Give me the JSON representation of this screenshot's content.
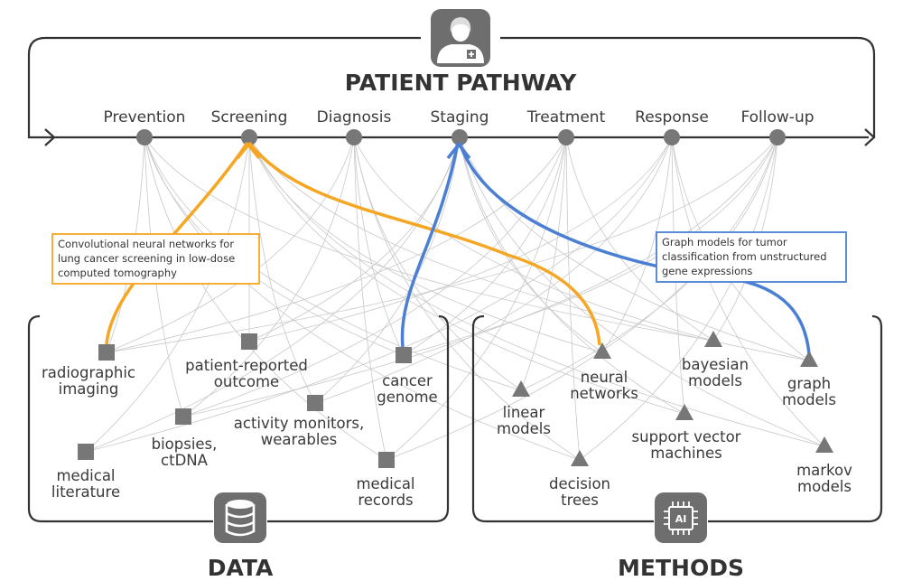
{
  "title": "PATIENT PATHWAY",
  "stages": [
    "Prevention",
    "Screening",
    "Diagnosis",
    "Staging",
    "Treatment",
    "Response",
    "Follow-up"
  ],
  "data_section": {
    "title": "DATA",
    "nodes": [
      {
        "id": "radiographic",
        "lines": [
          "radiographic",
          "imaging"
        ]
      },
      {
        "id": "patient-reported",
        "lines": [
          "patient-reported",
          "outcome"
        ]
      },
      {
        "id": "cancer-genome",
        "lines": [
          "cancer",
          "genome"
        ]
      },
      {
        "id": "medical-literature",
        "lines": [
          "medical",
          "literature"
        ]
      },
      {
        "id": "biopsies",
        "lines": [
          "biopsies,",
          "ctDNA"
        ]
      },
      {
        "id": "activity-monitors",
        "lines": [
          "activity monitors,",
          "wearables"
        ]
      },
      {
        "id": "medical-records",
        "lines": [
          "medical",
          "records"
        ]
      }
    ]
  },
  "methods_section": {
    "title": "METHODS",
    "icon_label": "AI",
    "nodes": [
      {
        "id": "neural-networks",
        "lines": [
          "neural",
          "networks"
        ]
      },
      {
        "id": "bayesian-models",
        "lines": [
          "bayesian",
          "models"
        ]
      },
      {
        "id": "graph-models",
        "lines": [
          "graph",
          "models"
        ]
      },
      {
        "id": "linear-models",
        "lines": [
          "linear",
          "models"
        ]
      },
      {
        "id": "support-vector-machines",
        "lines": [
          "support vector",
          "machines"
        ]
      },
      {
        "id": "decision-trees",
        "lines": [
          "decision",
          "trees"
        ]
      },
      {
        "id": "markov-models",
        "lines": [
          "markov",
          "models"
        ]
      }
    ]
  },
  "callouts": {
    "orange": {
      "lines": [
        "Convolutional neural networks for",
        "lung cancer screening in low-dose",
        "computed tomography"
      ],
      "color": "#F5A623"
    },
    "blue": {
      "lines": [
        "Graph models for tumor",
        "classification from unstructured",
        "gene expressions"
      ],
      "color": "#4A7FD4"
    }
  },
  "icons": {
    "top": "doctor-icon",
    "data": "database-icon",
    "methods": "ai-chip-icon"
  },
  "colors": {
    "node": "#777777",
    "frame": "#333333",
    "icon_bg": "#6e6e6e",
    "orange": "#F5A623",
    "blue": "#4A7FD4"
  }
}
